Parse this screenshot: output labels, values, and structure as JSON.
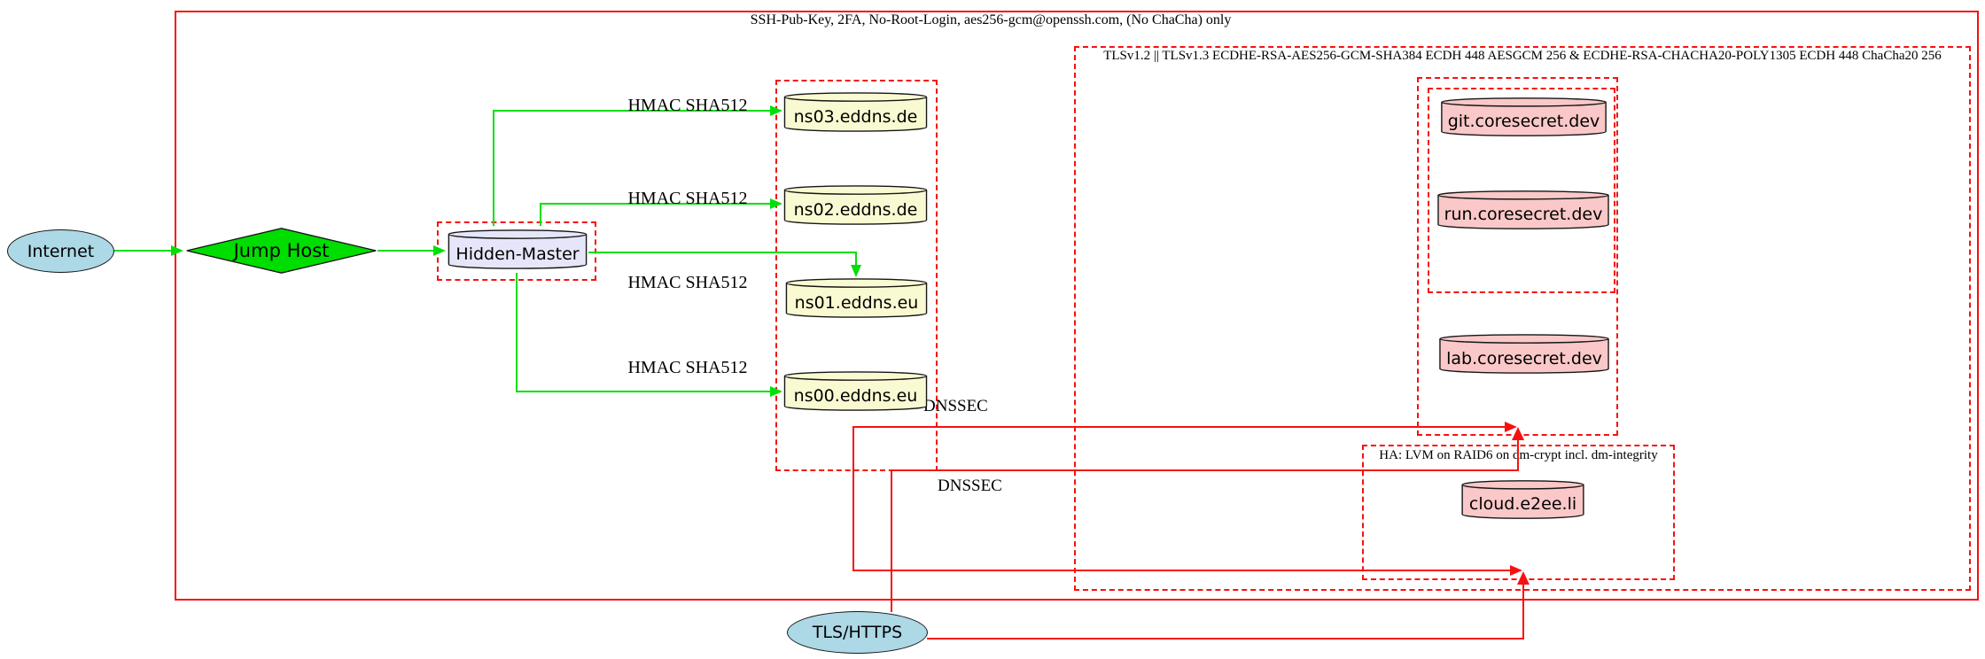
{
  "diagram": {
    "colors": {
      "edge_green": "#00e008",
      "edge_red": "#f81010",
      "cluster_red": "#f81010",
      "node_blue": "#add8e6",
      "node_lavender": "#e6e6fa",
      "node_yellow": "#fafad2",
      "node_pink": "#fac8c8",
      "diamond_green": "#00dd00"
    },
    "clusters": {
      "ssh": {
        "label": "SSH-Pub-Key, 2FA, No-Root-Login, aes256-gcm@openssh.com, (No ChaCha) only"
      },
      "tls": {
        "label": "TLSv1.2 || TLSv1.3 ECDHE-RSA-AES256-GCM-SHA384 ECDH 448 AESGCM 256 & ECDHE-RSA-CHACHA20-POLY1305 ECDH 448 ChaCha20 256"
      },
      "ha": {
        "label": "HA: LVM on RAID6 on dm-crypt incl. dm-integrity"
      }
    },
    "nodes": {
      "internet": {
        "label": "Internet"
      },
      "jump_host": {
        "label": "Jump Host"
      },
      "hidden_master": {
        "label": "Hidden-Master"
      },
      "ns03": {
        "label": "ns03.eddns.de"
      },
      "ns02": {
        "label": "ns02.eddns.de"
      },
      "ns01": {
        "label": "ns01.eddns.eu"
      },
      "ns00": {
        "label": "ns00.eddns.eu"
      },
      "git": {
        "label": "git.coresecret.dev"
      },
      "run": {
        "label": "run.coresecret.dev"
      },
      "lab": {
        "label": "lab.coresecret.dev"
      },
      "cloud": {
        "label": "cloud.e2ee.li"
      },
      "tls_https": {
        "label": "TLS/HTTPS"
      }
    },
    "edge_labels": {
      "hmac_ns03": "HMAC SHA512",
      "hmac_ns02": "HMAC SHA512",
      "hmac_ns01": "HMAC SHA512",
      "hmac_ns00": "HMAC SHA512",
      "dnssec_upper": "DNSSEC",
      "dnssec_lower": "DNSSEC"
    }
  }
}
